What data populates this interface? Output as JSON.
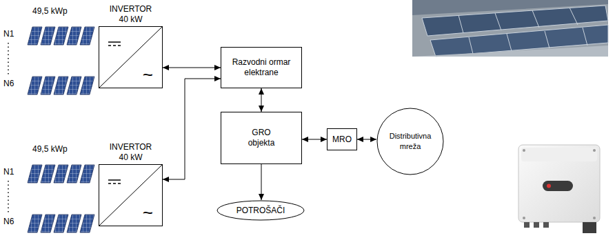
{
  "diagram": {
    "nodes": [
      {
        "text": [
          "INVERTOR 40 kW",
          "~"
        ]
      },
      {
        "text": [
          "INVERTOR 40 kW",
          "~"
        ]
      },
      {
        "text": [
          "Razvodni ormar elektrane"
        ]
      },
      {
        "text": [
          "GRO objekta"
        ]
      },
      {
        "text": [
          "MRO"
        ]
      },
      {
        "text": [
          "Distributivna mreža"
        ]
      },
      {
        "text": [
          "POTROŠAČI"
        ]
      }
    ],
    "edges": [
      {
        "from": 0,
        "to": 2,
        "arrow": "both"
      },
      {
        "from": 1,
        "to": 2,
        "arrow": "both"
      },
      {
        "from": 2,
        "to": 3,
        "arrow": "both"
      },
      {
        "from": 3,
        "to": 4,
        "arrow": "both"
      },
      {
        "from": 4,
        "to": 5,
        "arrow": "both"
      },
      {
        "from": 3,
        "to": 6,
        "arrow": "to"
      }
    ],
    "labels": [
      "49,5 kWp",
      "N1",
      "N6",
      "49,5 kWp",
      "N1",
      "N6"
    ]
  }
}
